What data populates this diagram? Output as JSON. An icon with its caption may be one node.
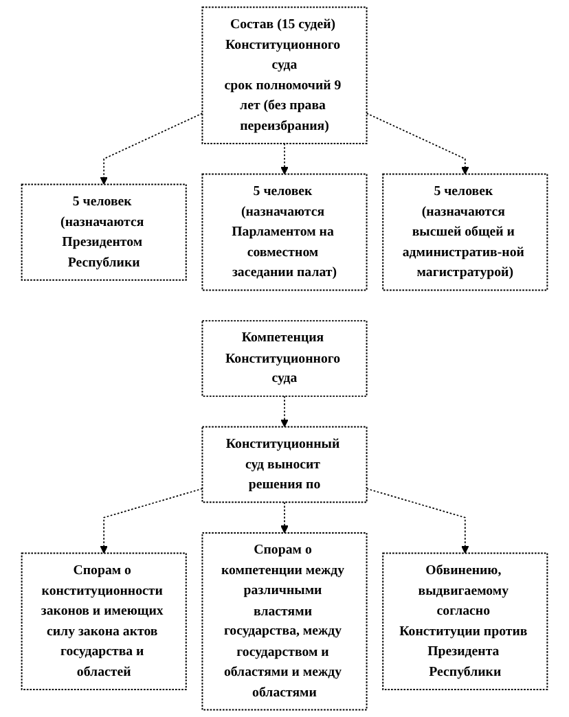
{
  "diagram": {
    "nodes": [
      {
        "text": [
          "Состав (15 судей) Конституционного суда",
          "срок полномочий 9 лет (без права переизбрания)"
        ]
      },
      {
        "text": [
          "5 человек (назначаются Президентом Республики"
        ]
      },
      {
        "text": [
          "5 человек (назначаются Парламентом на совместном заседании палат)"
        ]
      },
      {
        "text": [
          "5 человек (назначаются высшей общей и административ-ной магистратурой)"
        ]
      },
      {
        "text": [
          "Компетенция Конституционного суда"
        ]
      },
      {
        "text": [
          "Конституционный суд выносит решения по"
        ]
      },
      {
        "text": [
          "Спорам о конституционности законов и имеющих силу закона актов государства и областей"
        ]
      },
      {
        "text": [
          "Спорам о компетенции между различными властями государства, между государством и областями и между областями"
        ]
      },
      {
        "text": [
          "Обвинению, выдвигаемому согласно Конституции против Президента Республики"
        ]
      }
    ],
    "edges": [
      {
        "from": 0,
        "to": 1,
        "arrow": "to",
        "style": "dashed"
      },
      {
        "from": 0,
        "to": 2,
        "arrow": "to",
        "style": "dashed"
      },
      {
        "from": 0,
        "to": 3,
        "arrow": "to",
        "style": "dashed"
      },
      {
        "from": 4,
        "to": 5,
        "arrow": "to",
        "style": "dashed"
      },
      {
        "from": 5,
        "to": 6,
        "arrow": "to",
        "style": "dashed"
      },
      {
        "from": 5,
        "to": 7,
        "arrow": "to",
        "style": "dashed"
      },
      {
        "from": 5,
        "to": 8,
        "arrow": "to",
        "style": "dashed"
      }
    ]
  }
}
